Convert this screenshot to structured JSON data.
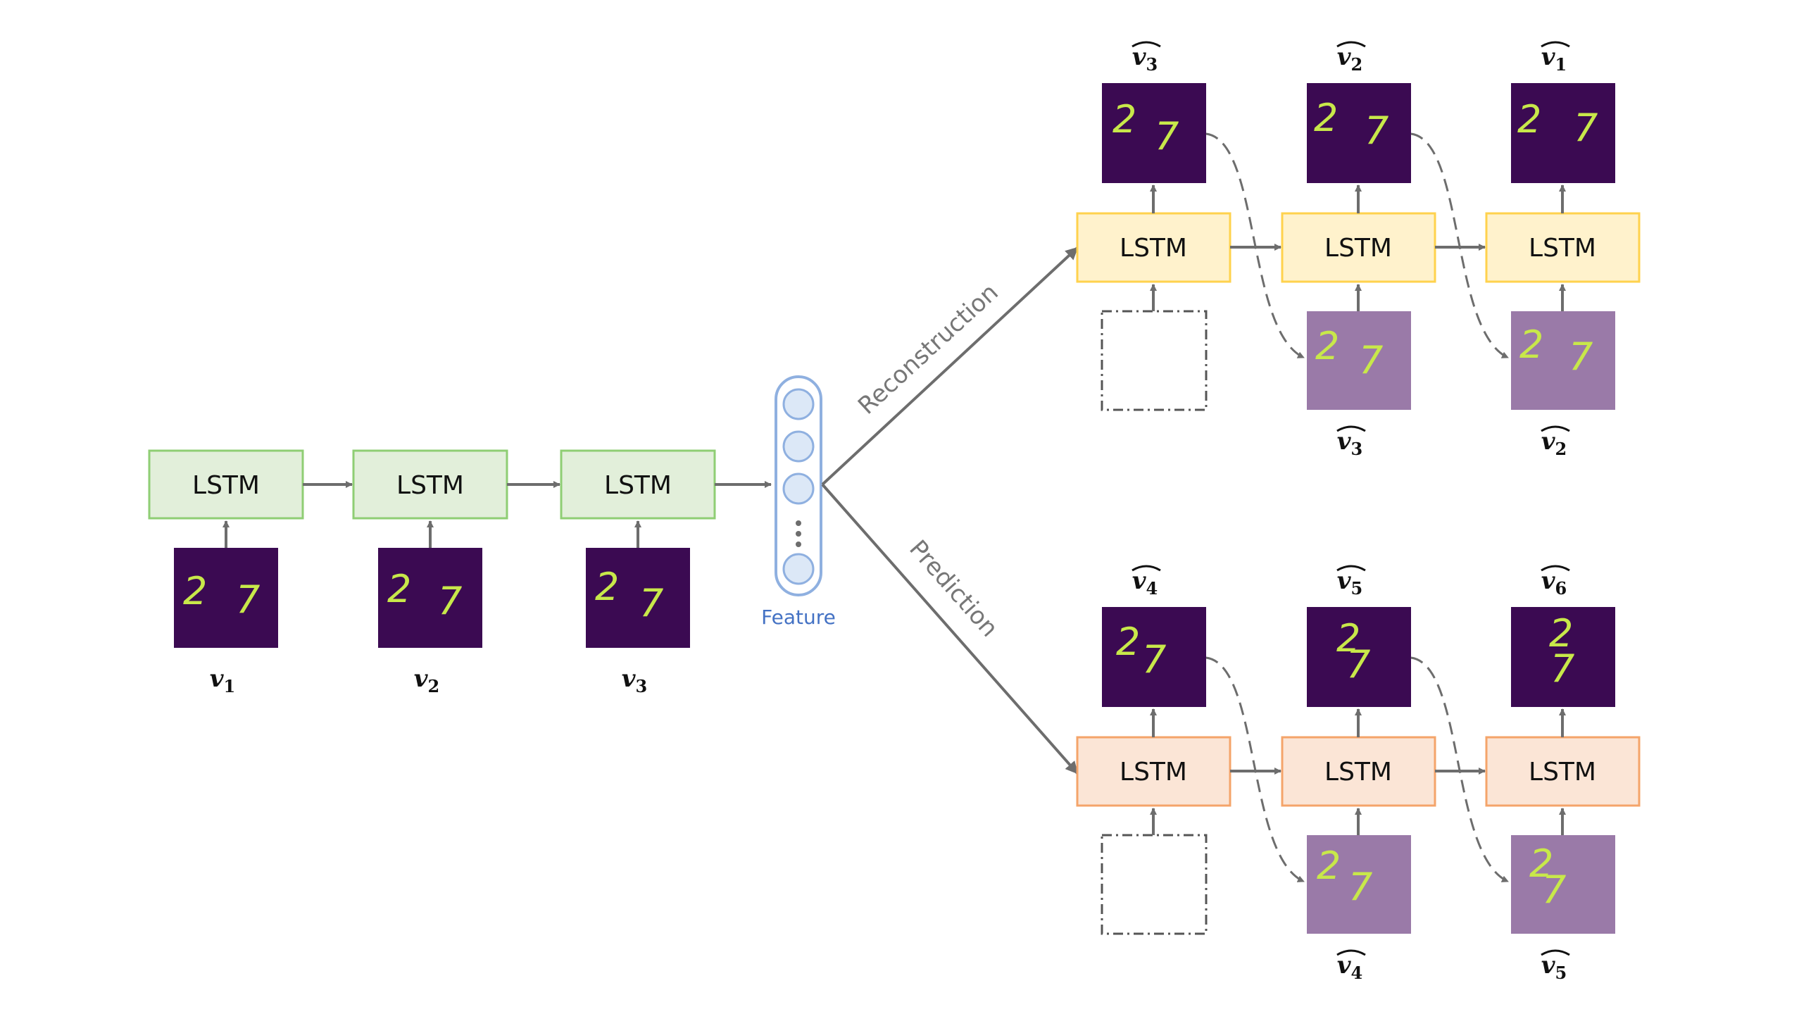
{
  "lstm_label": "LSTM",
  "feature_label": "Feature",
  "branches": {
    "reconstruction": "Reconstruction",
    "prediction": "Prediction"
  },
  "encoder_inputs": [
    {
      "var": "v",
      "sub": "1"
    },
    {
      "var": "v",
      "sub": "2"
    },
    {
      "var": "v",
      "sub": "3"
    }
  ],
  "reconstruction_outputs": [
    {
      "var": "v",
      "sub": "3"
    },
    {
      "var": "v",
      "sub": "2"
    },
    {
      "var": "v",
      "sub": "1"
    }
  ],
  "reconstruction_inputs": [
    {
      "var": "v",
      "sub": "3"
    },
    {
      "var": "v",
      "sub": "2"
    }
  ],
  "prediction_outputs": [
    {
      "var": "v",
      "sub": "4"
    },
    {
      "var": "v",
      "sub": "5"
    },
    {
      "var": "v",
      "sub": "6"
    }
  ],
  "prediction_inputs": [
    {
      "var": "v",
      "sub": "4"
    },
    {
      "var": "v",
      "sub": "5"
    }
  ],
  "digits": "2 7",
  "colors": {
    "encoder_fill": "#e2efda",
    "encoder_stroke": "#8fce74",
    "recon_fill": "#fff2cc",
    "recon_stroke": "#ffd24d",
    "pred_fill": "#fbe5d6",
    "pred_stroke": "#f4a46a",
    "frame_dark": "#3b0a52",
    "frame_light": "#9a7aa8",
    "digit": "#c8e84a",
    "arrow": "#6d6d6d",
    "feature_stroke": "#8fb0e0",
    "feature_node": "#dce8f7"
  }
}
